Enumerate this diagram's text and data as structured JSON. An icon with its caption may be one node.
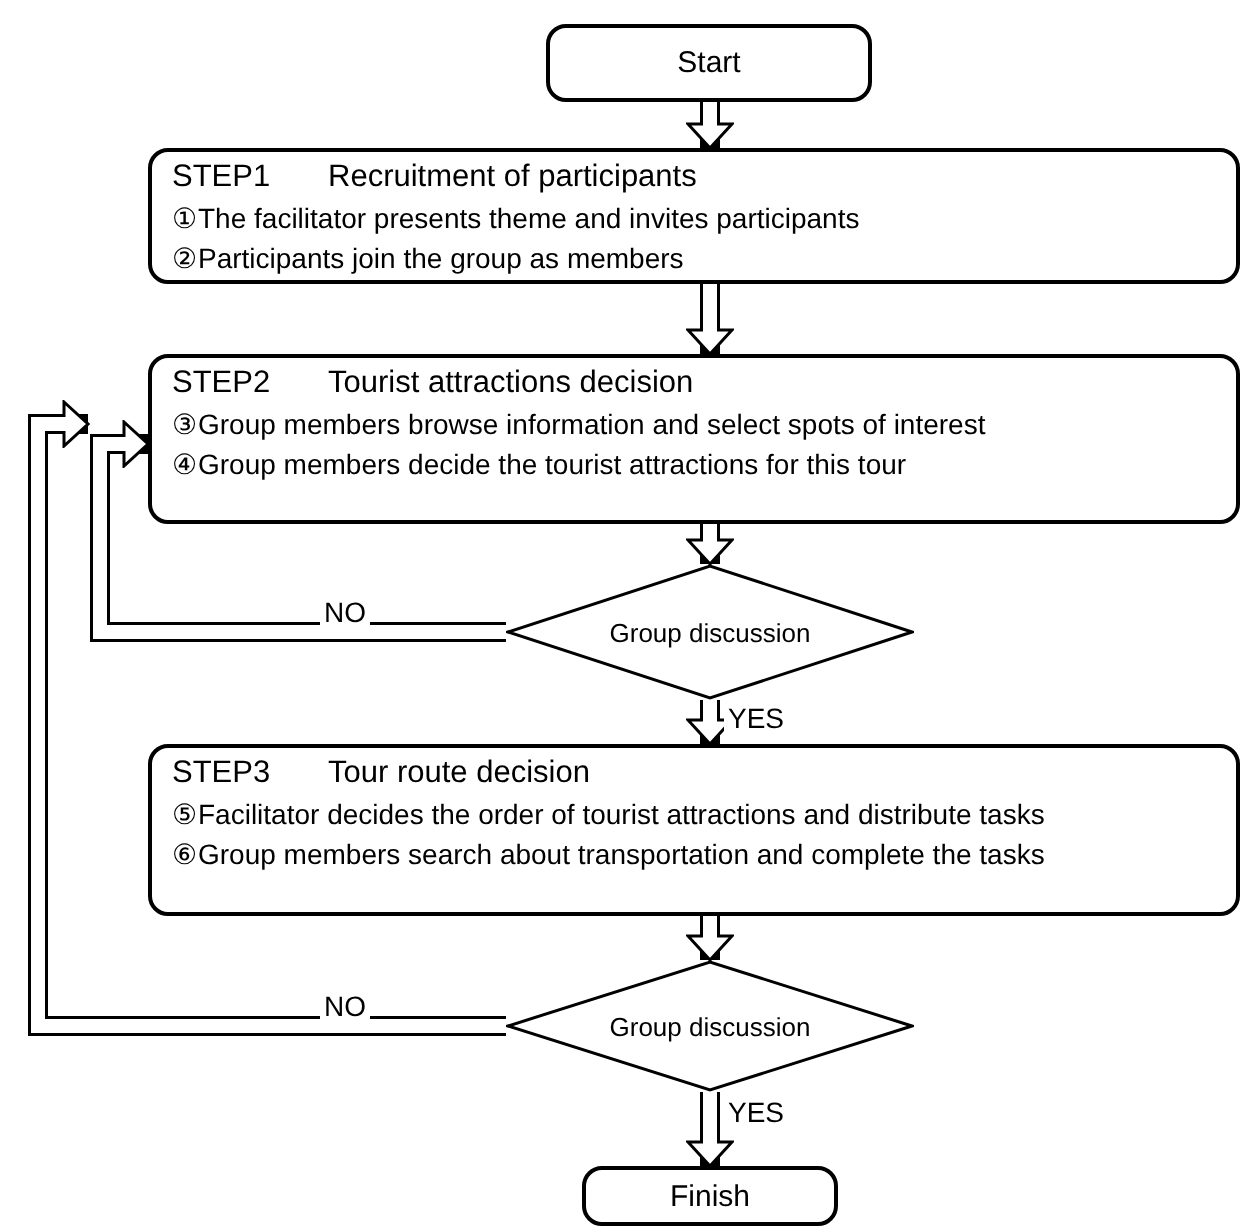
{
  "diagram": {
    "nodes": [
      {
        "text": [
          "Start"
        ]
      },
      {
        "text": [
          "STEP1",
          "Recruitment of participants",
          "①The facilitator presents theme and invites participants",
          "②Participants join the group as members"
        ]
      },
      {
        "text": [
          "STEP2",
          "Tourist attractions decision",
          "③Group members browse information and select spots of interest",
          "④Group members decide the tourist attractions for this tour"
        ]
      },
      {
        "text": [
          "Group discussion"
        ]
      },
      {
        "text": [
          "STEP3",
          "Tour route decision",
          "⑤Facilitator decides the order of tourist attractions and distribute tasks",
          "⑥Group members search about transportation and complete the tasks"
        ]
      },
      {
        "text": [
          "Group discussion"
        ]
      },
      {
        "text": [
          "Finish"
        ]
      }
    ],
    "edges": [
      {
        "from": 0,
        "to": 1,
        "arrow": "to"
      },
      {
        "from": 1,
        "to": 2,
        "arrow": "to"
      },
      {
        "from": 2,
        "to": 3,
        "arrow": "to"
      },
      {
        "from": 3,
        "to": 4,
        "arrow": "to",
        "label": "YES"
      },
      {
        "from": 4,
        "to": 5,
        "arrow": "to"
      },
      {
        "from": 5,
        "to": 6,
        "arrow": "to",
        "label": "YES"
      },
      {
        "from": 3,
        "to": 2,
        "arrow": "to",
        "label": "NO"
      },
      {
        "from": 5,
        "to": 2,
        "arrow": "to",
        "label": "NO"
      }
    ]
  }
}
